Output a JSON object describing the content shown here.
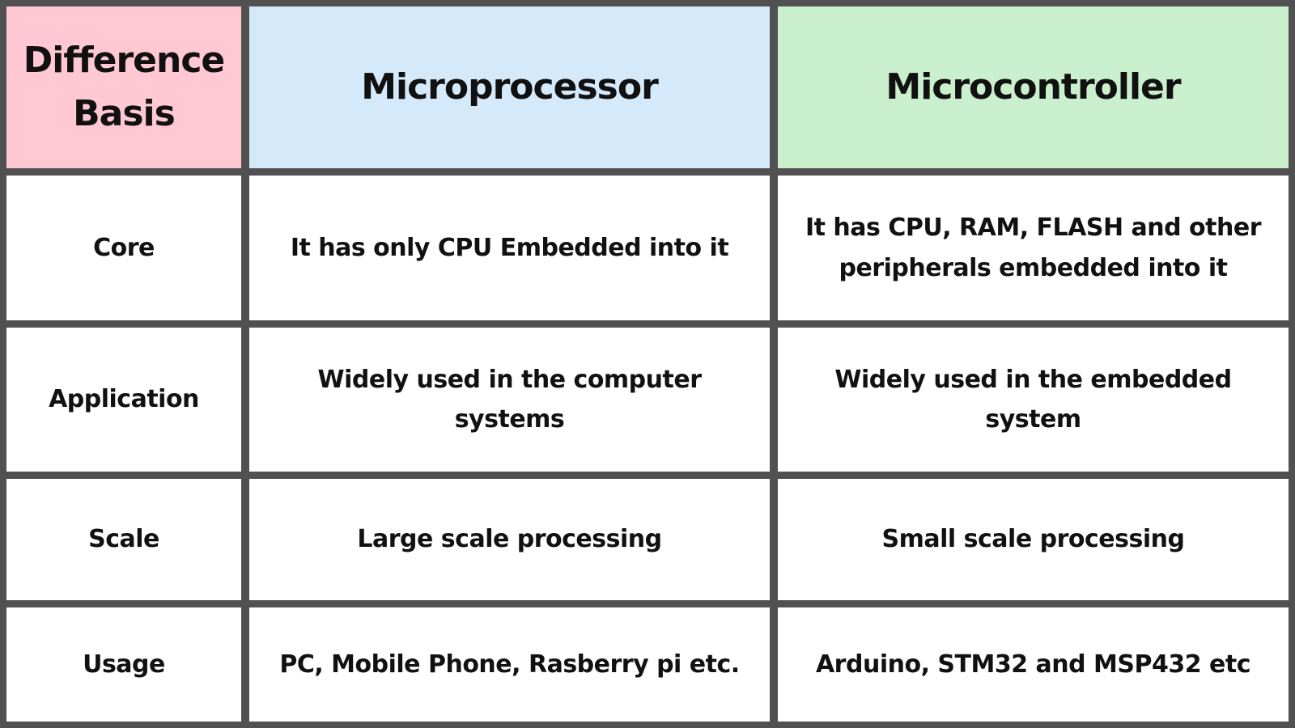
{
  "colors": {
    "border": "#515151",
    "basis_header_bg": "#ffc8d2",
    "microprocessor_header_bg": "#d4eafb",
    "microcontroller_header_bg": "#c9efcd",
    "cell_bg": "#ffffff",
    "text": "#111111"
  },
  "table": {
    "header": {
      "basis": {
        "label": "Difference Basis",
        "bg": "#ffc8d2"
      },
      "microprocessor": {
        "label": "Microprocessor",
        "bg": "#d4eafb"
      },
      "microcontroller": {
        "label": "Microcontroller",
        "bg": "#c9efcd"
      }
    },
    "rows": [
      {
        "basis": "Core",
        "microprocessor": "It has only CPU Embedded into it",
        "microcontroller": "It has CPU, RAM, FLASH and other peripherals embedded into it"
      },
      {
        "basis": "Application",
        "microprocessor": "Widely used in the computer systems",
        "microcontroller": "Widely used in the embedded system"
      },
      {
        "basis": "Scale",
        "microprocessor": "Large scale processing",
        "microcontroller": "Small scale processing"
      },
      {
        "basis": "Usage",
        "microprocessor": "PC, Mobile Phone, Rasberry pi etc.",
        "microcontroller": "Arduino, STM32 and MSP432 etc"
      }
    ]
  }
}
